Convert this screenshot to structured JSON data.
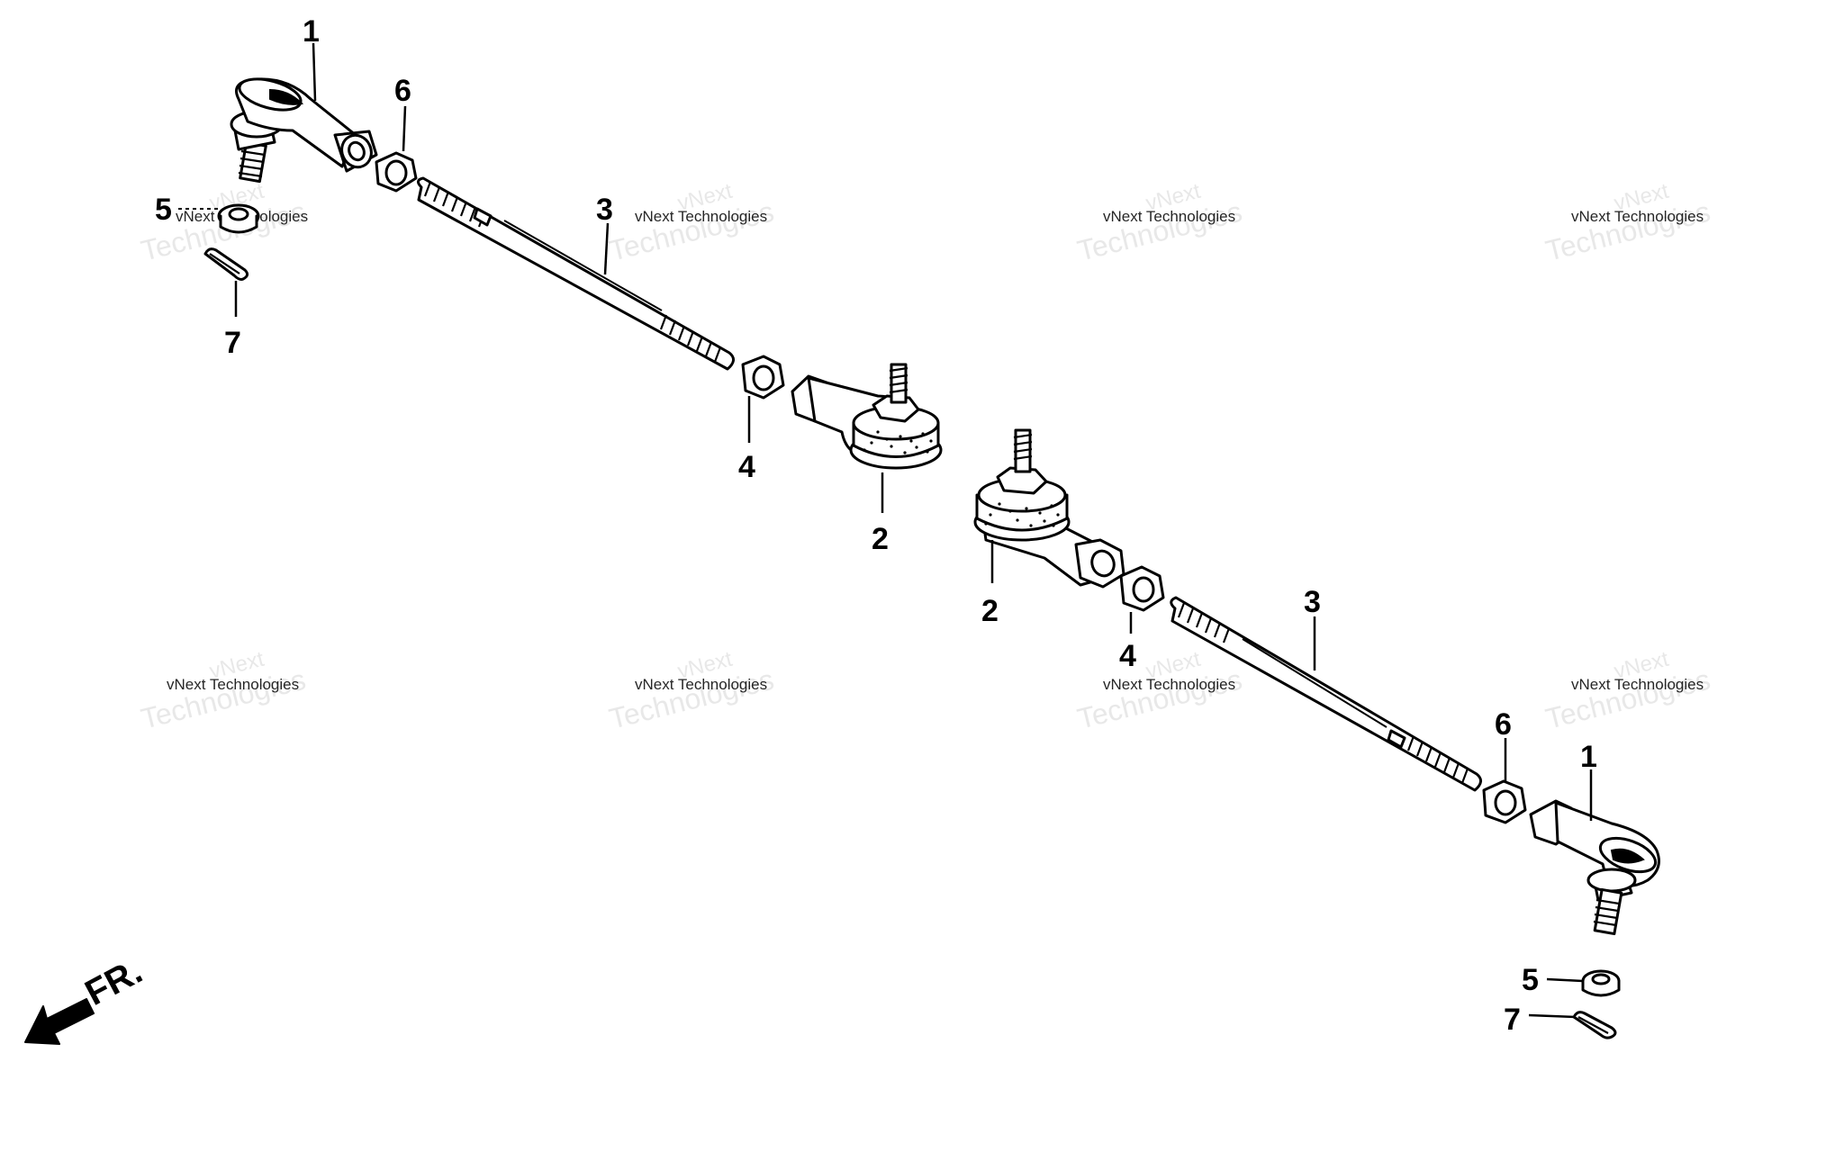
{
  "callouts": {
    "c1_left": "1",
    "c6_left": "6",
    "c5_left": "5",
    "c7_left": "7",
    "c3_left": "3",
    "c4_left": "4",
    "c2_left": "2",
    "c2_right": "2",
    "c4_right": "4",
    "c3_right": "3",
    "c6_right": "6",
    "c1_right": "1",
    "c5_right": "5",
    "c7_right": "7"
  },
  "watermark": {
    "line0": "vNext",
    "line1": "vNext Technologies",
    "line2": "Technologies"
  },
  "direction_label": "FR."
}
